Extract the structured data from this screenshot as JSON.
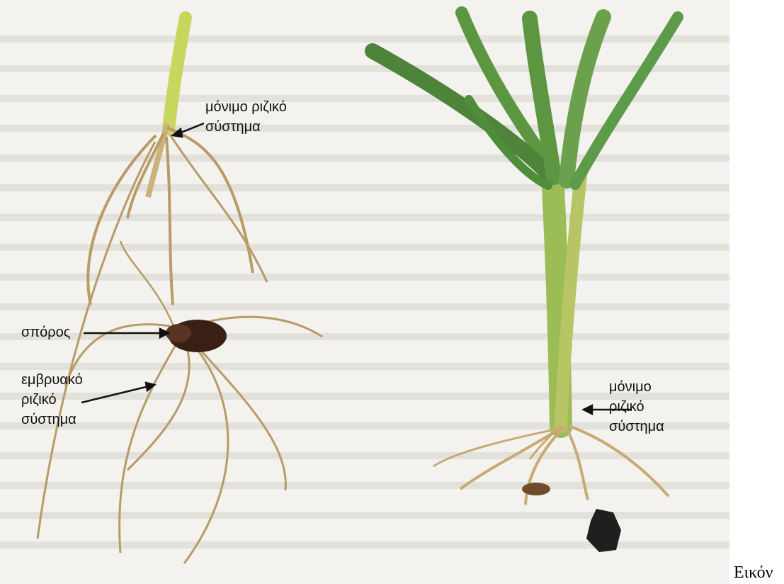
{
  "labels": {
    "left_top": {
      "line1": "μόνιμο ριζικό",
      "line2": "σύστημα"
    },
    "left_middle": "σπόρος",
    "left_bottom": {
      "line1": "εμβρυακό",
      "line2": "ριζικό",
      "line3": "σύστημα"
    },
    "right": {
      "line1": "μόνιμο",
      "line2": "ριζικό",
      "line3": "σύστημα"
    }
  },
  "caption": "Εικόν",
  "colors": {
    "page_background": "#ffffff",
    "photo_background": "#f3f2ee",
    "root_color": "#b89b66",
    "stem_color": "#c7d65c",
    "leaf_color": "#5d9641",
    "seed_color": "#3a2014",
    "text_color": "#111111"
  }
}
